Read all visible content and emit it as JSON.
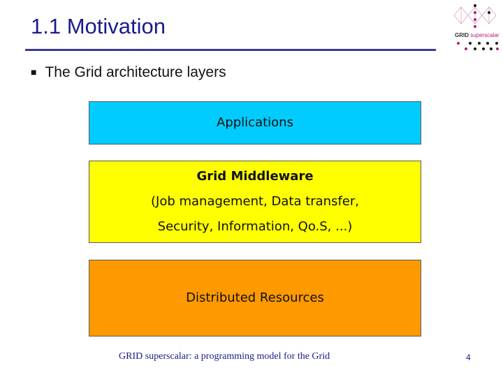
{
  "slide": {
    "title": "1.1 Motivation",
    "bullet": "The Grid architecture layers",
    "page_number": "4",
    "footer": "GRID superscalar: a programming model for the Grid"
  },
  "logo": {
    "word1": "GRID",
    "word2": "superscalar"
  },
  "layers": {
    "applications": "Applications",
    "middleware": {
      "heading": "Grid Middleware",
      "line1": "(Job management, Data transfer,",
      "line2": "Security, Information, Qo.S, ...)"
    },
    "resources": "Distributed Resources"
  },
  "colors": {
    "applications": "#00ccff",
    "middleware": "#ffff00",
    "resources": "#ff9900",
    "title": "#1a1a8c"
  }
}
